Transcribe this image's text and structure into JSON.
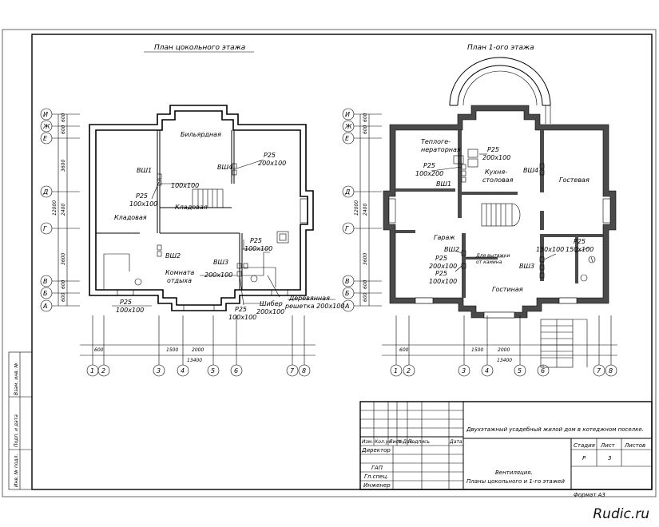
{
  "titles": {
    "basement_plan": "План цокольного этажа",
    "first_floor_plan": "План 1-ого этажа"
  },
  "axes_letters": [
    "И",
    "Ж",
    "Е",
    "Д",
    "Г",
    "В",
    "Б",
    "А"
  ],
  "axes_numbers": [
    "1",
    "2",
    "3",
    "4",
    "5",
    "6",
    "7",
    "8"
  ],
  "dims": {
    "d600": "600",
    "d1500": "1500",
    "d2000": "2000",
    "d13400": "13400",
    "v12000": "12000",
    "v3600a": "3600",
    "v2400": "2400",
    "v3600b": "3600",
    "v600a": "600",
    "v600b": "600",
    "v600c": "600",
    "v600d": "600"
  },
  "basement": {
    "room_billiard": "Бильярдная",
    "room_storage": "Кладовая",
    "room_pantry": "Кладовая",
    "room_rest": "Комната",
    "room_rest2": "отдыха",
    "vsh1": "ВШ1",
    "vsh2": "ВШ2",
    "vsh3": "ВШ3",
    "vsh4": "ВШ4",
    "r25_a": "Р25",
    "r25_a_size": "100х100",
    "s100_a": "100х100",
    "r25_b": "Р25",
    "r25_b_size": "200х100",
    "r25_c": "Р25",
    "r25_c_size": "100х100",
    "s200_c": "200х100",
    "r25_d": "Р25",
    "r25_d_size": "100х100",
    "r25_e": "Р25",
    "r25_e_size": "100х100",
    "shiber": "Шибер",
    "shiber_size": "200х100",
    "grate": "Деревянная",
    "grate2": "решетка 200х100"
  },
  "first": {
    "room_boiler": "Теплоге-",
    "room_boiler2": "нераторная",
    "room_kitchen": "Кухня-",
    "room_kitchen2": "столовая",
    "room_guest": "Гостевая",
    "room_garage": "Гараж",
    "room_living": "Гостиная",
    "vsh1": "ВШ1",
    "vsh2": "ВШ2",
    "vsh3": "ВШ3",
    "vsh4": "ВШ4",
    "r25_a": "Р25",
    "r25_a_size": "200х100",
    "r25_b": "Р25",
    "r25_b_size": "100х200",
    "r25_c": "Р25",
    "r25_c_size": "200х100",
    "r25_d": "Р25",
    "r25_d_size": "100х100",
    "r25_e": "Р25",
    "r25_e_size": "150х100",
    "s150": "150х100",
    "hood": "Для вытяжки",
    "hood2": "от камина"
  },
  "stamp": {
    "project": "Двухэтажный усадебный жилой дом в котеджном поселке.",
    "col_izm": "Изм.",
    "col_kol": "Кол.уч",
    "col_list": "Лист",
    "col_ndok": "№Док.",
    "col_podp": "Подпись",
    "col_data": "Дата",
    "director": "Директор",
    "gap": "ГАП",
    "glspec": "Гл.спец.",
    "engineer": "Инженер",
    "stage_label": "Стадия",
    "sheet_label": "Лист",
    "sheets_label": "Листов",
    "stage_value": "Р",
    "sheet_value": "3",
    "sheets_value": "",
    "title1": "Вентиляция.",
    "title2": "Планы цокольного и 1-го этажей",
    "format": "Формат А3"
  },
  "side_stamp": {
    "inv_podl": "Инв. № подл.",
    "podp_data": "Подп. и дата",
    "vzam": "Взам. инв. №"
  },
  "site": "Rudic.ru"
}
